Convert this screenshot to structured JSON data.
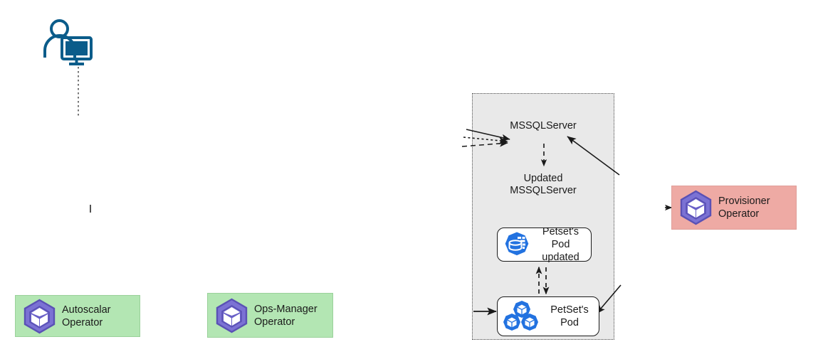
{
  "diagram": {
    "title": "Kubernetes operator reconciliation flow",
    "background_color": "#ffffff",
    "group": {
      "name": "kubernetes-cluster-group",
      "fill": "#e9e9e9",
      "border_style": "dotted",
      "border_color": "#4d4d4d"
    },
    "labels": [
      {
        "id": "mssqlserver",
        "text": "MSSQLServer"
      },
      {
        "id": "updated_mssqlserver",
        "text": "Updated\nMSSQLServer"
      }
    ],
    "operator_boxes": [
      {
        "id": "autoscalar",
        "text": "Autoscalar\nOperator",
        "fill": "#b3e6b3",
        "icon": "operator-cube-icon",
        "icon_color": "#6c63c4"
      },
      {
        "id": "ops_manager",
        "text": "Ops-Manager\nOperator",
        "fill": "#b3e6b3",
        "icon": "operator-cube-icon",
        "icon_color": "#6c63c4"
      },
      {
        "id": "provisioner",
        "text": "Provisioner\nOperator",
        "fill": "#eeaaa4",
        "icon": "operator-cube-icon",
        "icon_color": "#6c63c4"
      }
    ],
    "pod_boxes": [
      {
        "id": "petset_pod_updated",
        "text": "Petset's Pod\nupdated",
        "fill": "#ffffff",
        "icon": "pod-database-icon",
        "icon_color": "#2272e0"
      },
      {
        "id": "petset_pod",
        "text": "PetSet's\nPod",
        "fill": "#ffffff",
        "icon": "pod-cubes-icon",
        "icon_color": "#2272e0"
      }
    ],
    "actors": [
      {
        "id": "user",
        "icon": "user-workstation-icon",
        "icon_color": "#0b5c8a"
      }
    ],
    "connectors": [
      {
        "id": "user-down",
        "style": "dotted",
        "arrow": "none",
        "color": "#1a1a1a"
      },
      {
        "id": "to-mssqlserver-solid",
        "style": "solid",
        "arrow": "end",
        "color": "#1a1a1a"
      },
      {
        "id": "to-mssqlserver-dotted",
        "style": "dotted",
        "arrow": "end",
        "color": "#1a1a1a"
      },
      {
        "id": "to-mssqlserver-dashed",
        "style": "dashed",
        "arrow": "end",
        "color": "#1a1a1a"
      },
      {
        "id": "mssqlserver-to-updated",
        "style": "dashed",
        "arrow": "end",
        "color": "#1a1a1a"
      },
      {
        "id": "provisioner-to-mssqlserver",
        "style": "solid",
        "arrow": "end",
        "color": "#1a1a1a"
      },
      {
        "id": "petset-pod-to-updated",
        "style": "dashed",
        "arrow": "both",
        "color": "#1a1a1a"
      },
      {
        "id": "into-petset-pod-left",
        "style": "solid",
        "arrow": "end",
        "color": "#1a1a1a"
      },
      {
        "id": "provisioner-to-petset-pod",
        "style": "solid",
        "arrow": "end",
        "color": "#1a1a1a"
      },
      {
        "id": "into-provisioner-stub",
        "style": "solid",
        "arrow": "end",
        "color": "#1a1a1a"
      }
    ]
  }
}
